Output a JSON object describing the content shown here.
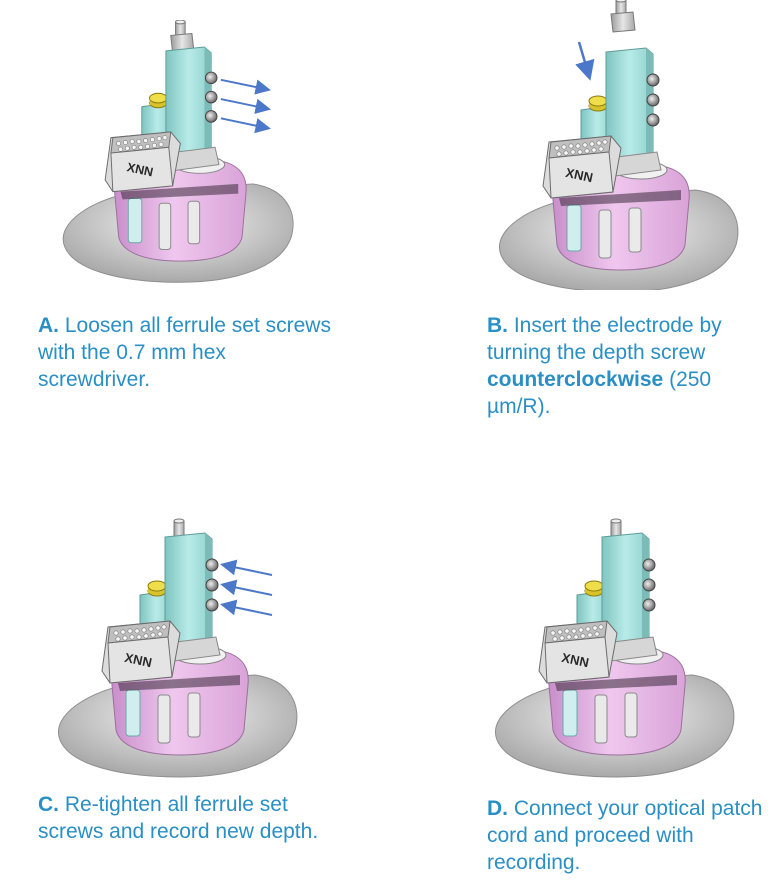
{
  "steps": [
    {
      "letter": "A.",
      "text": "Loosen all ferrule set screws with the 0.7 mm hex screwdriver."
    },
    {
      "letter": "B.",
      "text_before": "Insert the electrode by turning the depth screw",
      "emphasis": "counterclockwise",
      "text_after": "(250 µm/R)."
    },
    {
      "letter": "C.",
      "text": "Re-tighten all ferrule set screws and record new depth."
    },
    {
      "letter": "D.",
      "text": "Connect your optical patch cord and proceed with recording."
    }
  ],
  "device_label": "XNN",
  "colors": {
    "caption": "#2a8fc4",
    "arrow": "#4b78c8",
    "base_pink": "#e7b7e6",
    "body_cyan": "#a6dedb",
    "screw_yellow": "#d9c32a"
  }
}
